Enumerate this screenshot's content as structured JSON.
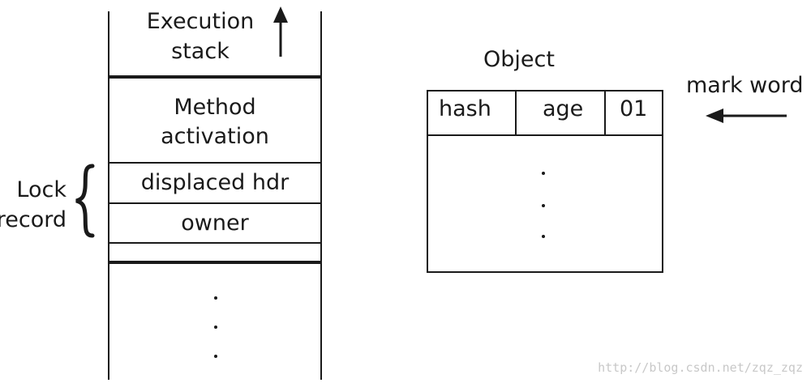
{
  "stack": {
    "execution_stack": "Execution\nstack",
    "method_activation": "Method\nactivation",
    "displaced_hdr": "displaced hdr",
    "owner": "owner"
  },
  "lock_record_label": "Lock\nrecord",
  "object": {
    "title": "Object",
    "fields": [
      "hash",
      "age",
      "01"
    ]
  },
  "mark_word_label": "mark word",
  "watermark": "http://blog.csdn.net/zqz_zqz"
}
